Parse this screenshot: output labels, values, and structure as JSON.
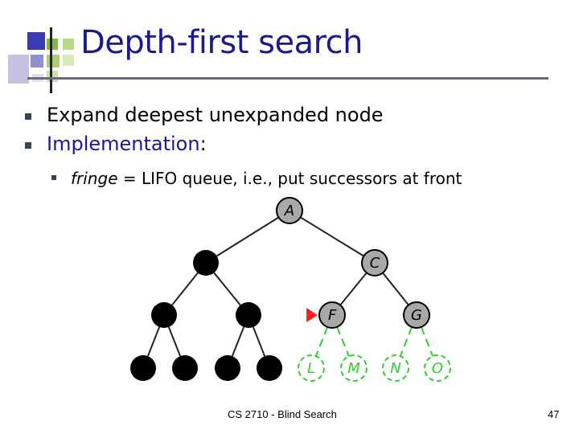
{
  "slide": {
    "title": "Depth-first search",
    "bullets": [
      {
        "text": "Expand deepest unexpanded node"
      },
      {
        "highlight": "Implementation",
        "rest": ":"
      }
    ],
    "sub_bullet": {
      "emph": "fringe",
      "rest": " = LIFO queue, i.e., put successors at front"
    },
    "footer_center": "CS 2710 - Blind Search",
    "page_number": "47"
  },
  "colors": {
    "title": "#1a1a8c",
    "visited_node": "#000000",
    "frontier_node": "#a8a8a8",
    "unexplored_node": "#33cc33",
    "current_marker": "#ff2020"
  },
  "tree": {
    "nodes": [
      {
        "id": "A",
        "label": "A",
        "state": "frontier"
      },
      {
        "id": "B",
        "label": "",
        "state": "visited"
      },
      {
        "id": "C",
        "label": "C",
        "state": "frontier"
      },
      {
        "id": "D",
        "label": "",
        "state": "visited"
      },
      {
        "id": "E",
        "label": "",
        "state": "visited"
      },
      {
        "id": "F",
        "label": "F",
        "state": "current"
      },
      {
        "id": "G",
        "label": "G",
        "state": "frontier"
      },
      {
        "id": "H",
        "label": "",
        "state": "visited"
      },
      {
        "id": "I",
        "label": "",
        "state": "visited"
      },
      {
        "id": "J",
        "label": "",
        "state": "visited"
      },
      {
        "id": "K",
        "label": "",
        "state": "visited"
      },
      {
        "id": "L",
        "label": "L",
        "state": "unexplored"
      },
      {
        "id": "M",
        "label": "M",
        "state": "unexplored"
      },
      {
        "id": "N",
        "label": "N",
        "state": "unexplored"
      },
      {
        "id": "O",
        "label": "O",
        "state": "unexplored"
      }
    ],
    "edges": [
      [
        "A",
        "B"
      ],
      [
        "A",
        "C"
      ],
      [
        "B",
        "D"
      ],
      [
        "B",
        "E"
      ],
      [
        "C",
        "F"
      ],
      [
        "C",
        "G"
      ],
      [
        "D",
        "H"
      ],
      [
        "D",
        "I"
      ],
      [
        "E",
        "J"
      ],
      [
        "E",
        "K"
      ],
      [
        "F",
        "L"
      ],
      [
        "F",
        "M"
      ],
      [
        "G",
        "N"
      ],
      [
        "G",
        "O"
      ]
    ]
  }
}
